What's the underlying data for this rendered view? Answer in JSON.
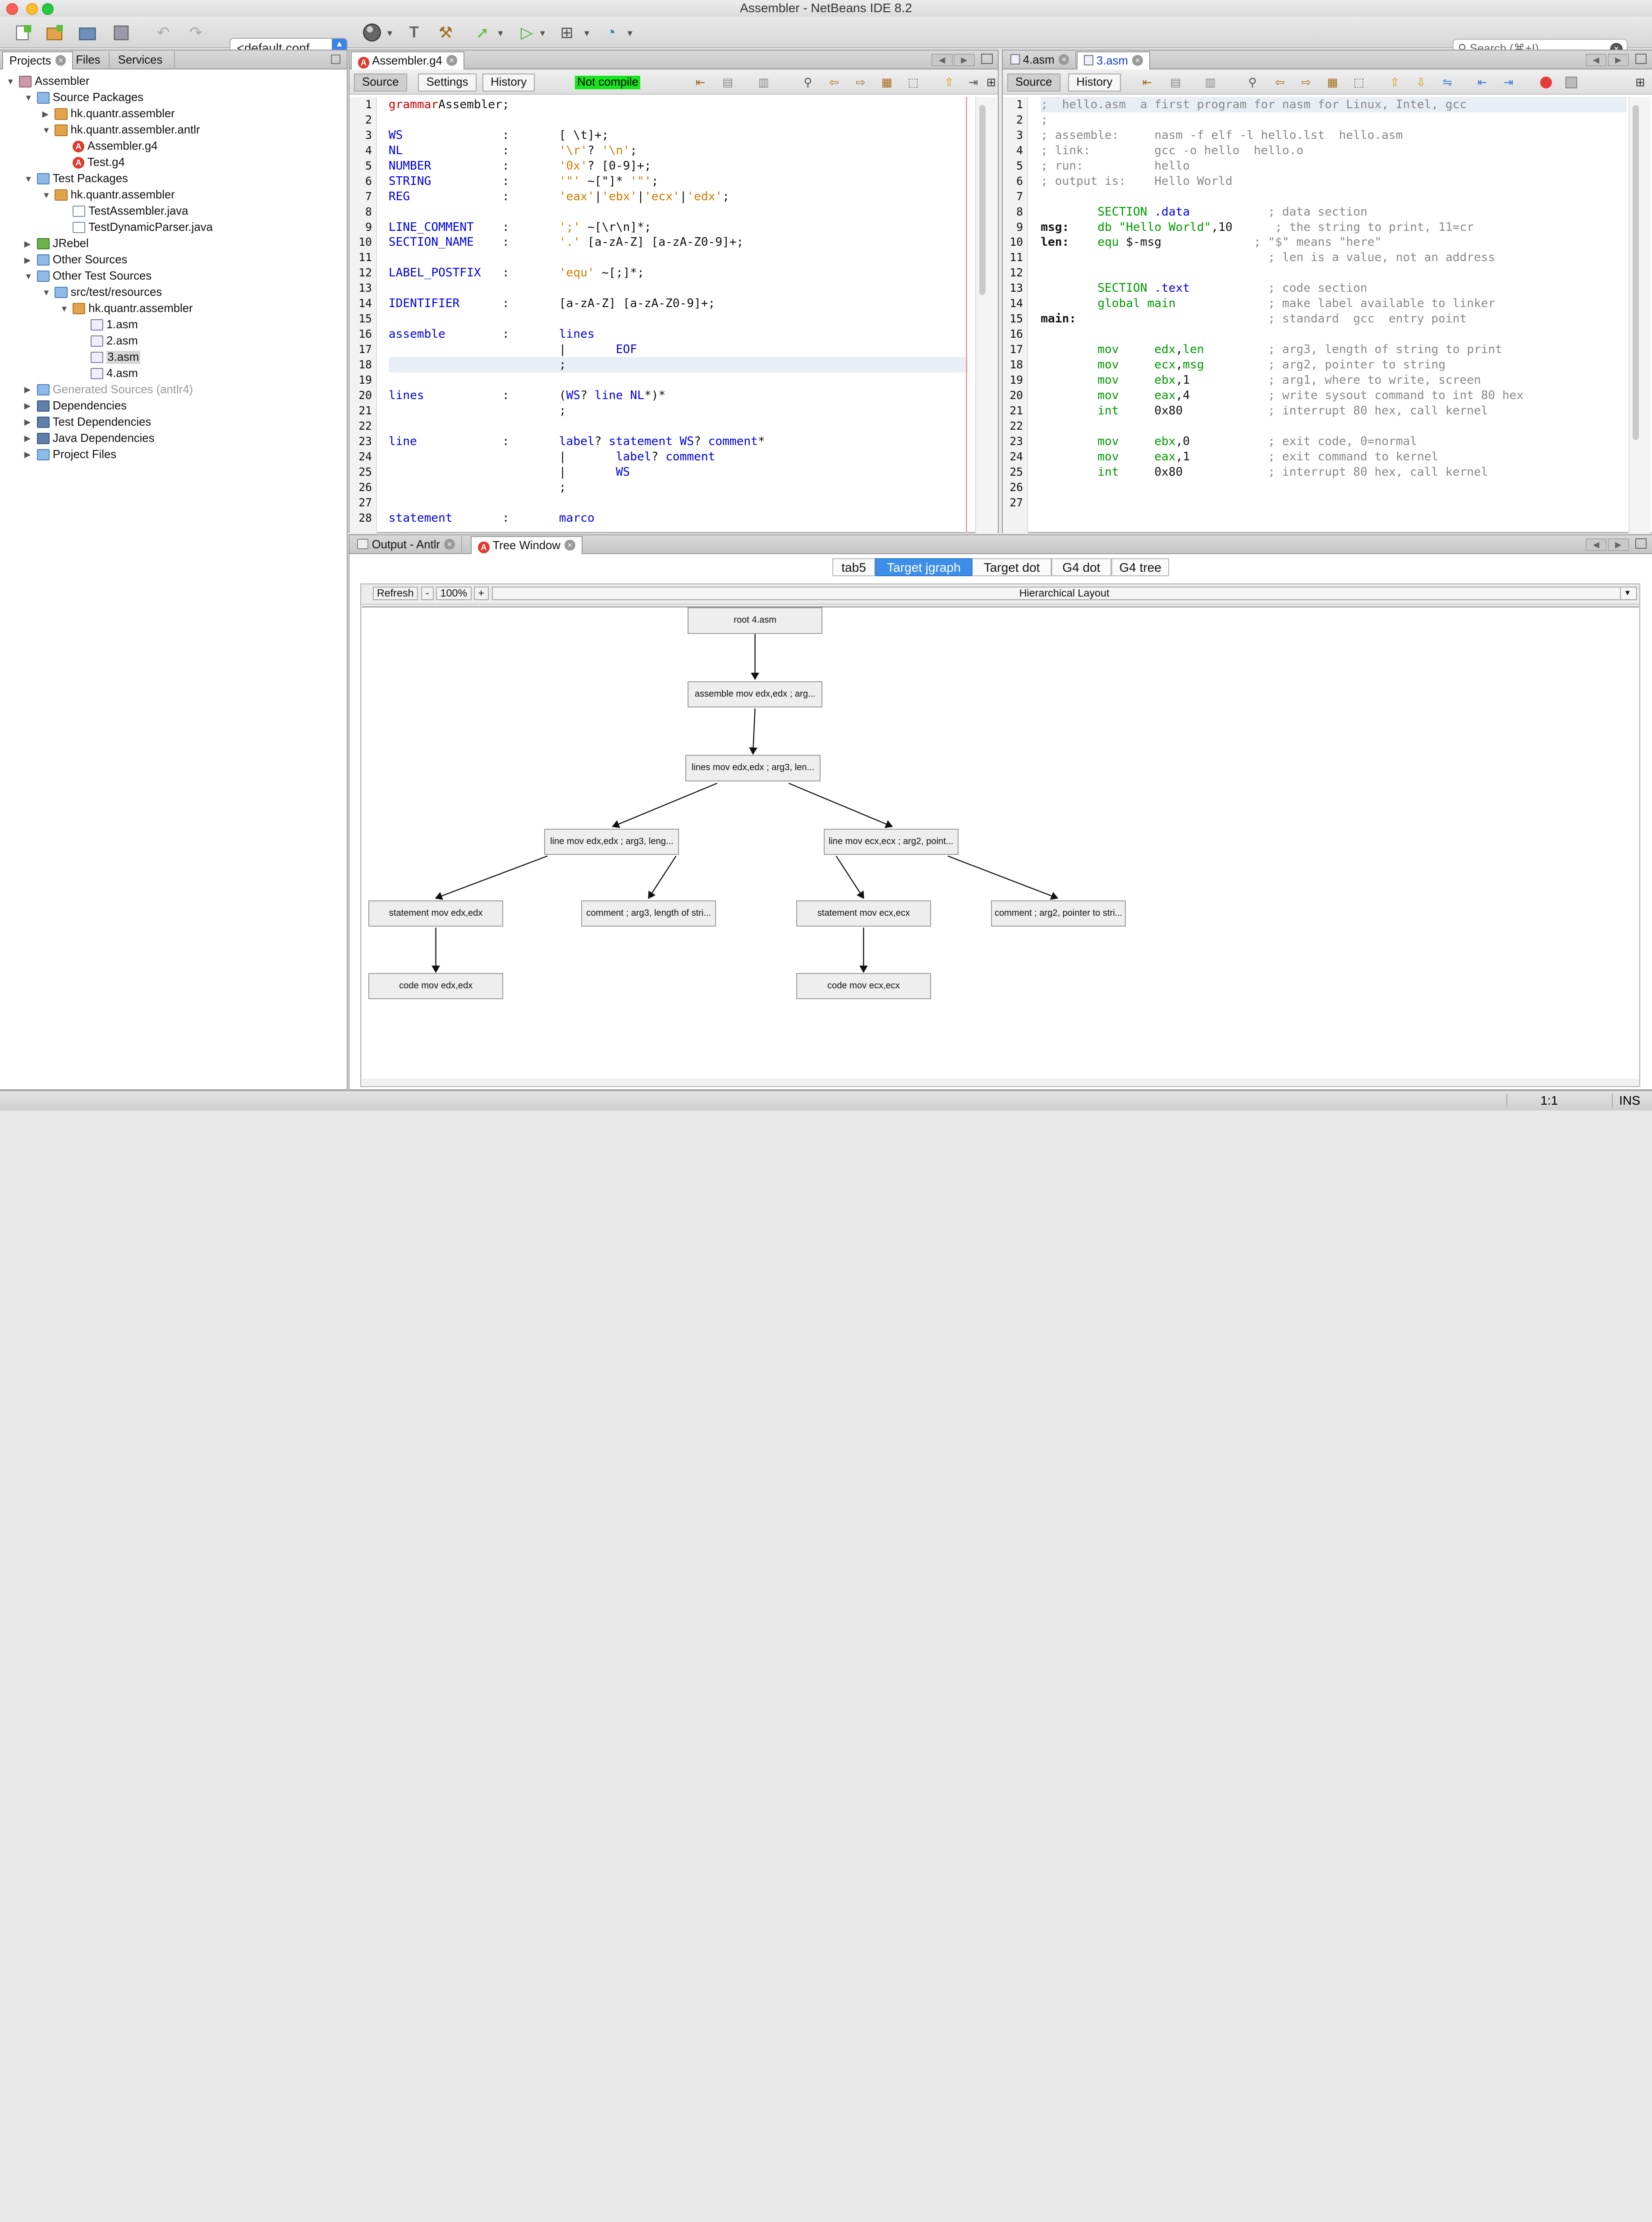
{
  "window": {
    "title": "Assembler - NetBeans IDE 8.2"
  },
  "toolbar": {
    "config_label": "<default conf...",
    "search_placeholder": "Search (⌘+I)"
  },
  "projects_panel": {
    "tabs": [
      "Projects",
      "Files",
      "Services"
    ],
    "tree": [
      {
        "label": "Assembler",
        "depth": 0,
        "icon": "project-icon",
        "twisty": "▼"
      },
      {
        "label": "Source Packages",
        "depth": 1,
        "icon": "folder-icon",
        "twisty": "▼"
      },
      {
        "label": "hk.quantr.assembler",
        "depth": 2,
        "icon": "package-icon",
        "twisty": "▶"
      },
      {
        "label": "hk.quantr.assembler.antlr",
        "depth": 2,
        "icon": "package-icon",
        "twisty": "▼"
      },
      {
        "label": "Assembler.g4",
        "depth": 3,
        "icon": "antlr-file-icon",
        "twisty": ""
      },
      {
        "label": "Test.g4",
        "depth": 3,
        "icon": "antlr-file-icon",
        "twisty": ""
      },
      {
        "label": "Test Packages",
        "depth": 1,
        "icon": "folder-icon",
        "twisty": "▼"
      },
      {
        "label": "hk.quantr.assembler",
        "depth": 2,
        "icon": "package-icon",
        "twisty": "▼"
      },
      {
        "label": "TestAssembler.java",
        "depth": 3,
        "icon": "java-file-icon",
        "twisty": ""
      },
      {
        "label": "TestDynamicParser.java",
        "depth": 3,
        "icon": "java-file-icon",
        "twisty": ""
      },
      {
        "label": "JRebel",
        "depth": 1,
        "icon": "jrebel-icon",
        "twisty": "▶"
      },
      {
        "label": "Other Sources",
        "depth": 1,
        "icon": "folder-icon",
        "twisty": "▶"
      },
      {
        "label": "Other Test Sources",
        "depth": 1,
        "icon": "folder-icon",
        "twisty": "▼"
      },
      {
        "label": "src/test/resources",
        "depth": 2,
        "icon": "folder-icon",
        "twisty": "▼"
      },
      {
        "label": "hk.quantr.assembler",
        "depth": 3,
        "icon": "package-icon",
        "twisty": "▼"
      },
      {
        "label": "1.asm",
        "depth": 4,
        "icon": "asm-file-icon",
        "twisty": ""
      },
      {
        "label": "2.asm",
        "depth": 4,
        "icon": "asm-file-icon",
        "twisty": ""
      },
      {
        "label": "3.asm",
        "depth": 4,
        "icon": "asm-file-icon",
        "twisty": "",
        "selected": true
      },
      {
        "label": "4.asm",
        "depth": 4,
        "icon": "asm-file-icon",
        "twisty": ""
      },
      {
        "label": "Generated Sources (antlr4)",
        "depth": 1,
        "icon": "folder-icon",
        "twisty": "▶",
        "muted": true
      },
      {
        "label": "Dependencies",
        "depth": 1,
        "icon": "library-icon",
        "twisty": "▶"
      },
      {
        "label": "Test Dependencies",
        "depth": 1,
        "icon": "library-icon",
        "twisty": "▶"
      },
      {
        "label": "Java Dependencies",
        "depth": 1,
        "icon": "library-icon",
        "twisty": "▶"
      },
      {
        "label": "Project Files",
        "depth": 1,
        "icon": "folder-icon",
        "twisty": "▶"
      }
    ]
  },
  "grammar_editor": {
    "tab": "Assembler.g4",
    "buttons": {
      "source": "Source",
      "settings": "Settings",
      "history": "History"
    },
    "status": "Not compile",
    "lines": [
      [
        [
          "gr",
          "grammar"
        ],
        [
          "",
          "Assembler;"
        ]
      ],
      [],
      [
        [
          "kw",
          "WS"
        ],
        [
          "",
          "              :       [ \\t]+;"
        ]
      ],
      [
        [
          "kw",
          "NL"
        ],
        [
          "",
          "              :       "
        ],
        [
          "lit",
          "'\\r'"
        ],
        [
          "",
          "? "
        ],
        [
          "lit",
          "'\\n'"
        ],
        [
          "",
          ";"
        ]
      ],
      [
        [
          "kw",
          "NUMBER"
        ],
        [
          "",
          "          :       "
        ],
        [
          "lit",
          "'0x'"
        ],
        [
          "",
          "? [0-9]+;"
        ]
      ],
      [
        [
          "kw",
          "STRING"
        ],
        [
          "",
          "          :       "
        ],
        [
          "lit",
          "'\"'"
        ],
        [
          "",
          " ~[\"]* "
        ],
        [
          "lit",
          "'\"'"
        ],
        [
          "",
          ";"
        ]
      ],
      [
        [
          "kw",
          "REG"
        ],
        [
          "",
          "             :       "
        ],
        [
          "lit",
          "'eax'"
        ],
        [
          "",
          "|"
        ],
        [
          "lit",
          "'ebx'"
        ],
        [
          "",
          "|"
        ],
        [
          "lit",
          "'ecx'"
        ],
        [
          "",
          "|"
        ],
        [
          "lit",
          "'edx'"
        ],
        [
          "",
          ";"
        ]
      ],
      [],
      [
        [
          "kw",
          "LINE_COMMENT"
        ],
        [
          "",
          "    :       "
        ],
        [
          "lit",
          "';'"
        ],
        [
          "",
          " ~[\\r\\n]*;"
        ]
      ],
      [
        [
          "kw",
          "SECTION_NAME"
        ],
        [
          "",
          "    :       "
        ],
        [
          "lit",
          "'.'"
        ],
        [
          "",
          " [a-zA-Z] [a-zA-Z0-9]+;"
        ]
      ],
      [],
      [
        [
          "kw",
          "LABEL_POSTFIX"
        ],
        [
          "",
          "   :       "
        ],
        [
          "lit",
          "'equ'"
        ],
        [
          "",
          " ~[;]*;"
        ]
      ],
      [],
      [
        [
          "kw",
          "IDENTIFIER"
        ],
        [
          "",
          "      :       [a-zA-Z] [a-zA-Z0-9]+;"
        ]
      ],
      [],
      [
        [
          "kw",
          "assemble"
        ],
        [
          "",
          "        :       "
        ],
        [
          "kw",
          "lines"
        ]
      ],
      [
        [
          "",
          "                        |       "
        ],
        [
          "kw",
          "EOF"
        ]
      ],
      [
        [
          "",
          "                        ;"
        ]
      ],
      [],
      [
        [
          "kw",
          "lines"
        ],
        [
          "",
          "           :       ("
        ],
        [
          "kw",
          "WS"
        ],
        [
          "",
          "? "
        ],
        [
          "kw",
          "line"
        ],
        [
          "",
          " "
        ],
        [
          "kw",
          "NL"
        ],
        [
          "",
          "*)*"
        ]
      ],
      [
        [
          "",
          "                        ;"
        ]
      ],
      [],
      [
        [
          "kw",
          "line"
        ],
        [
          "",
          "            :       "
        ],
        [
          "kw",
          "label"
        ],
        [
          "",
          "? "
        ],
        [
          "kw",
          "statement"
        ],
        [
          "",
          " "
        ],
        [
          "kw",
          "WS"
        ],
        [
          "",
          "? "
        ],
        [
          "kw",
          "comment"
        ],
        [
          "",
          "*"
        ]
      ],
      [
        [
          "",
          "                        |       "
        ],
        [
          "kw",
          "label"
        ],
        [
          "",
          "? "
        ],
        [
          "kw",
          "comment"
        ]
      ],
      [
        [
          "",
          "                        |       "
        ],
        [
          "kw",
          "WS"
        ]
      ],
      [
        [
          "",
          "                        ;"
        ]
      ],
      [],
      [
        [
          "kw",
          "statement"
        ],
        [
          "",
          "       :       "
        ],
        [
          "kw",
          "marco"
        ]
      ]
    ],
    "line_numbers": [
      "1",
      "2",
      "3",
      "4",
      "5",
      "6",
      "7",
      "8",
      "9",
      "10",
      "11",
      "12",
      "13",
      "14",
      "15",
      "16",
      "17",
      "18",
      "19",
      "20",
      "21",
      "22",
      "23",
      "24",
      "25",
      "26",
      "27",
      "28"
    ]
  },
  "asm_editor": {
    "tabs": [
      "4.asm",
      "3.asm"
    ],
    "buttons": {
      "source": "Source",
      "history": "History"
    },
    "lines": [
      [
        [
          "cm",
          ";  hello.asm  a first program for nasm for Linux, Intel, gcc"
        ]
      ],
      [
        [
          "cm",
          ";"
        ]
      ],
      [
        [
          "cm",
          "; assemble:     nasm -f elf -l hello.lst  hello.asm"
        ]
      ],
      [
        [
          "cm",
          "; link:         gcc -o hello  hello.o"
        ]
      ],
      [
        [
          "cm",
          "; run:          hello"
        ]
      ],
      [
        [
          "cm",
          "; output is:    Hello World"
        ]
      ],
      [],
      [
        [
          "",
          "        "
        ],
        [
          "dir",
          "SECTION"
        ],
        [
          "",
          " "
        ],
        [
          "kw",
          ".data"
        ],
        [
          "",
          "           "
        ],
        [
          "cm",
          "; data section"
        ]
      ],
      [
        [
          "lbl",
          "msg:"
        ],
        [
          "",
          "    "
        ],
        [
          "dir",
          "db"
        ],
        [
          "",
          " "
        ],
        [
          "dir",
          "\"Hello World\""
        ],
        [
          "",
          ",10      "
        ],
        [
          "cm",
          "; the string to print, 11=cr"
        ]
      ],
      [
        [
          "lbl",
          "len:"
        ],
        [
          "",
          "    "
        ],
        [
          "dir",
          "equ"
        ],
        [
          "",
          " $-msg             "
        ],
        [
          "cm",
          "; \"$\" means \"here\""
        ]
      ],
      [
        [
          "",
          "                                "
        ],
        [
          "cm",
          "; len is a value, not an address"
        ]
      ],
      [],
      [
        [
          "",
          "        "
        ],
        [
          "dir",
          "SECTION"
        ],
        [
          "",
          " "
        ],
        [
          "kw",
          ".text"
        ],
        [
          "",
          "           "
        ],
        [
          "cm",
          "; code section"
        ]
      ],
      [
        [
          "",
          "        "
        ],
        [
          "dir",
          "global main"
        ],
        [
          "",
          "             "
        ],
        [
          "cm",
          "; make label available to linker"
        ]
      ],
      [
        [
          "lbl",
          "main:"
        ],
        [
          "",
          "                           "
        ],
        [
          "cm",
          "; standard  gcc  entry point"
        ]
      ],
      [],
      [
        [
          "",
          "        "
        ],
        [
          "dir",
          "mov"
        ],
        [
          "",
          "     "
        ],
        [
          "dir",
          "edx"
        ],
        [
          "",
          ","
        ],
        [
          "dir",
          "len"
        ],
        [
          "",
          "         "
        ],
        [
          "cm",
          "; arg3, length of string to print"
        ]
      ],
      [
        [
          "",
          "        "
        ],
        [
          "dir",
          "mov"
        ],
        [
          "",
          "     "
        ],
        [
          "dir",
          "ecx"
        ],
        [
          "",
          ","
        ],
        [
          "dir",
          "msg"
        ],
        [
          "",
          "         "
        ],
        [
          "cm",
          "; arg2, pointer to string"
        ]
      ],
      [
        [
          "",
          "        "
        ],
        [
          "dir",
          "mov"
        ],
        [
          "",
          "     "
        ],
        [
          "dir",
          "ebx"
        ],
        [
          "",
          ",1           "
        ],
        [
          "cm",
          "; arg1, where to write, screen"
        ]
      ],
      [
        [
          "",
          "        "
        ],
        [
          "dir",
          "mov"
        ],
        [
          "",
          "     "
        ],
        [
          "dir",
          "eax"
        ],
        [
          "",
          ",4           "
        ],
        [
          "cm",
          "; write sysout command to int 80 hex"
        ]
      ],
      [
        [
          "",
          "        "
        ],
        [
          "dir",
          "int"
        ],
        [
          "",
          "     0x80            "
        ],
        [
          "cm",
          "; interrupt 80 hex, call kernel"
        ]
      ],
      [],
      [
        [
          "",
          "        "
        ],
        [
          "dir",
          "mov"
        ],
        [
          "",
          "     "
        ],
        [
          "dir",
          "ebx"
        ],
        [
          "",
          ",0           "
        ],
        [
          "cm",
          "; exit code, 0=normal"
        ]
      ],
      [
        [
          "",
          "        "
        ],
        [
          "dir",
          "mov"
        ],
        [
          "",
          "     "
        ],
        [
          "dir",
          "eax"
        ],
        [
          "",
          ",1           "
        ],
        [
          "cm",
          "; exit command to kernel"
        ]
      ],
      [
        [
          "",
          "        "
        ],
        [
          "dir",
          "int"
        ],
        [
          "",
          "     0x80            "
        ],
        [
          "cm",
          "; interrupt 80 hex, call kernel"
        ]
      ],
      [],
      []
    ],
    "line_numbers": [
      "1",
      "2",
      "3",
      "4",
      "5",
      "6",
      "7",
      "8",
      "9",
      "10",
      "11",
      "12",
      "13",
      "14",
      "15",
      "16",
      "17",
      "18",
      "19",
      "20",
      "21",
      "22",
      "23",
      "24",
      "25",
      "26",
      "27"
    ]
  },
  "output_panel": {
    "tabs": [
      "Output - Antlr",
      "Tree Window"
    ],
    "segments": [
      "tab5",
      "Target jgraph",
      "Target dot",
      "G4 dot",
      "G4 tree"
    ],
    "active_segment": "Target jgraph",
    "graph_toolbar": {
      "refresh": "Refresh",
      "minus": "-",
      "zoom": "100%",
      "plus": "+",
      "layout": "Hierarchical Layout"
    },
    "nodes": {
      "root": "root 4.asm",
      "assemble": "assemble  mov edx,edx  ; arg...",
      "lines": "lines  mov edx,edx  ; arg3, len...",
      "line1": "line mov edx,edx  ; arg3, leng...",
      "line2": "line mov ecx,ecx  ; arg2, point...",
      "stmt1": "statement mov edx,edx",
      "comment1": "comment ; arg3, length of stri...",
      "stmt2": "statement mov ecx,ecx",
      "comment2": "comment ; arg2, pointer to stri...",
      "code1": "code mov edx,edx",
      "code2": "code mov ecx,ecx"
    }
  },
  "statusbar": {
    "position": "1:1",
    "mode": "INS"
  },
  "colors": {
    "accent": "#3d8ee8",
    "not_compile_bg": "#15e61d",
    "keyword": "#0000e6",
    "literal": "#ce7b00",
    "directive": "#009900",
    "comment": "#888888"
  }
}
